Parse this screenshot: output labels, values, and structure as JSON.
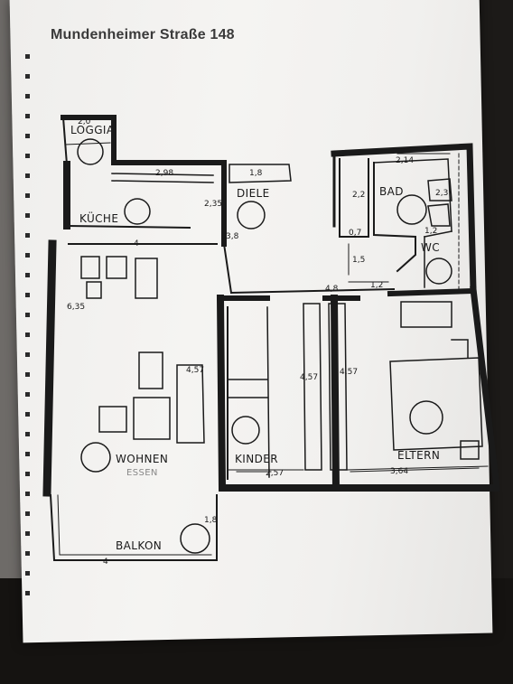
{
  "title": "Mundenheimer Straße 148",
  "rooms": {
    "loggia": "LOGGIA",
    "kueche": "KÜCHE",
    "diele": "DIELE",
    "bad": "BAD",
    "wc": "WC",
    "wohnen": "WOHNEN",
    "essen": "ESSEN",
    "kinder": "KINDER",
    "eltern": "ELTERN",
    "balkon": "BALKON"
  },
  "dimensions": {
    "kitchen_width": "2,98",
    "diele_top": "1,8",
    "diele_side": "2,35",
    "diele_height": "3,8",
    "bad_top": "2,14",
    "bad_left": "2,2",
    "bad_right": "2,3",
    "bad_small": "0,7",
    "corridor_v": "1,5",
    "corridor_h": "4,8",
    "corridor_small": "1,2",
    "wc_small": "1,2",
    "living_height": "6,35",
    "living_inner": "4,57",
    "kinder_left": "4,57",
    "kinder_right": "4,57",
    "kinder_width": "2,57",
    "eltern_width": "3,64",
    "balkon_side": "1,8",
    "balkon_width": "4",
    "kueche_width": "4",
    "loggia_width": "2,0"
  }
}
